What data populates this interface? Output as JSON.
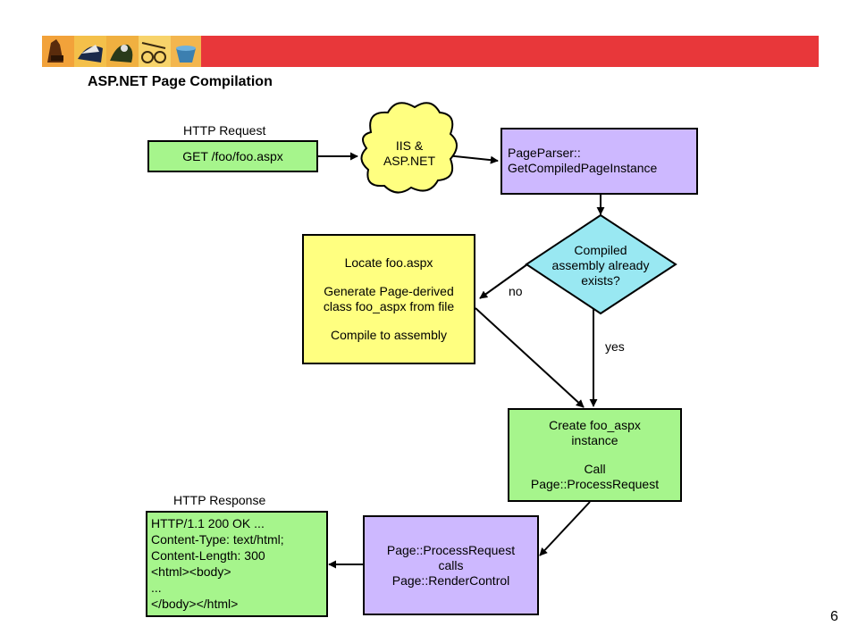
{
  "title": "ASP.NET Page Compilation",
  "page_number": "6",
  "http_request": {
    "label": "HTTP Request",
    "text": "GET /foo/foo.aspx"
  },
  "iis_cloud": {
    "line1": "IIS &",
    "line2": "ASP.NET"
  },
  "page_parser": {
    "line1": "PageParser::",
    "line2": "GetCompiledPageInstance"
  },
  "decision": {
    "line1": "Compiled",
    "line2": "assembly already",
    "line3": "exists?"
  },
  "branch_labels": {
    "no": "no",
    "yes": "yes"
  },
  "compile_box": {
    "line1": "Locate foo.aspx",
    "line2": "Generate Page-derived",
    "line3": "class foo_aspx from file",
    "line4": "Compile to assembly"
  },
  "create_box": {
    "line1": "Create foo_aspx",
    "line2": "instance",
    "line3": "Call",
    "line4": "Page::ProcessRequest"
  },
  "process_box": {
    "line1": "Page::ProcessRequest",
    "line2": "calls",
    "line3": "Page::RenderControl"
  },
  "http_response": {
    "label": "HTTP Response",
    "lines": [
      "HTTP/1.1 200 OK ...",
      "Content-Type: text/html;",
      "Content-Length: 300",
      "<html><body>",
      "...",
      "</body></html>"
    ]
  },
  "colors": {
    "banner": "#e8373a",
    "green": "#a6f58c",
    "purple": "#cdb8ff",
    "yellow": "#ffff80",
    "cyan": "#99e8f2",
    "cloud": "#ffff80"
  }
}
